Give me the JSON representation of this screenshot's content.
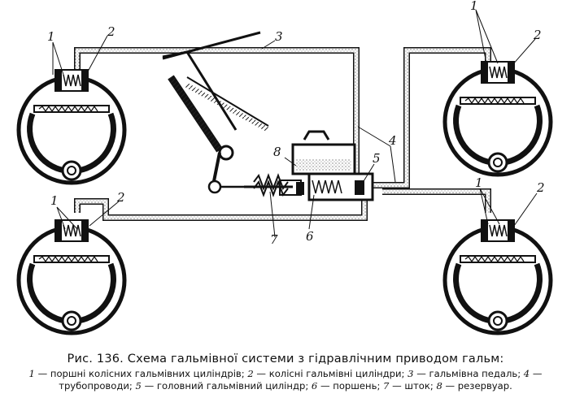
{
  "labels": {
    "n1": "1",
    "n2": "2",
    "n3": "3",
    "n4": "4",
    "n5": "5",
    "n6": "6",
    "n7": "7",
    "n8": "8"
  },
  "caption": {
    "title": "Рис. 136. Схема гальмівної системи з гідравлічним приводом гальм:",
    "legend": [
      {
        "num": "1",
        "text": " — поршні колісних гальмівних циліндрів; "
      },
      {
        "num": "2",
        "text": " — колісні гальмівні циліндри; "
      },
      {
        "num": "3",
        "text": " — гальмівна педаль; "
      },
      {
        "num": "4",
        "text": " — трубопроводи; "
      },
      {
        "num": "5",
        "text": " — головний гальмівний циліндр; "
      },
      {
        "num": "6",
        "text": " — поршень; "
      },
      {
        "num": "7",
        "text": " — шток; "
      },
      {
        "num": "8",
        "text": " — резервуар."
      }
    ]
  }
}
